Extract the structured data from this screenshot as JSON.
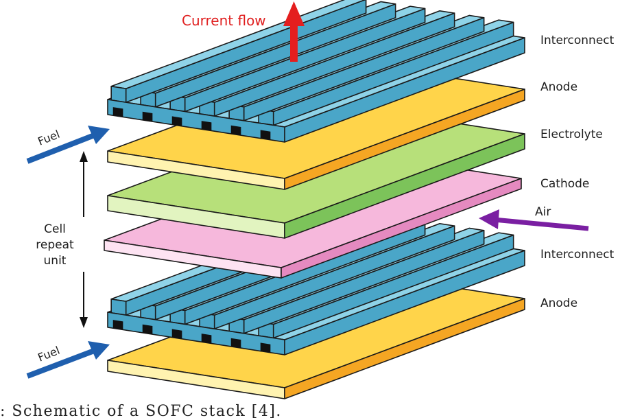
{
  "diagram": {
    "layer_labels": {
      "interconnect_top": "Interconnect",
      "anode_top": "Anode",
      "electrolyte": "Electrolyte",
      "cathode": "Cathode",
      "interconnect_bottom": "Interconnect",
      "anode_bottom": "Anode"
    },
    "current_flow_label": "Current flow",
    "fuel_label_top": "Fuel",
    "fuel_label_bottom": "Fuel",
    "air_label": "Air",
    "cell_repeat_unit": [
      "Cell",
      "repeat",
      "unit"
    ],
    "colors": {
      "interconnect_top": "#8fd3e8",
      "interconnect_side": "#4aa6c8",
      "interconnect_edge": "#2f7fa3",
      "anode_top": "#ffd44a",
      "anode_side": "#f5a623",
      "anode_front": "#fff3b0",
      "electrolyte_top": "#b7e07a",
      "electrolyte_side": "#7cc35a",
      "electrolyte_front": "#e2f4c0",
      "cathode_top": "#f6b8dc",
      "cathode_side": "#e58ac0",
      "cathode_front": "#fde3f2",
      "current_arrow": "#e41e1e",
      "fuel_arrow": "#1f5fae",
      "air_arrow": "#7a1fa2",
      "outline": "#1a1a1a"
    }
  },
  "caption": ": Schematic of a SOFC stack [4]."
}
